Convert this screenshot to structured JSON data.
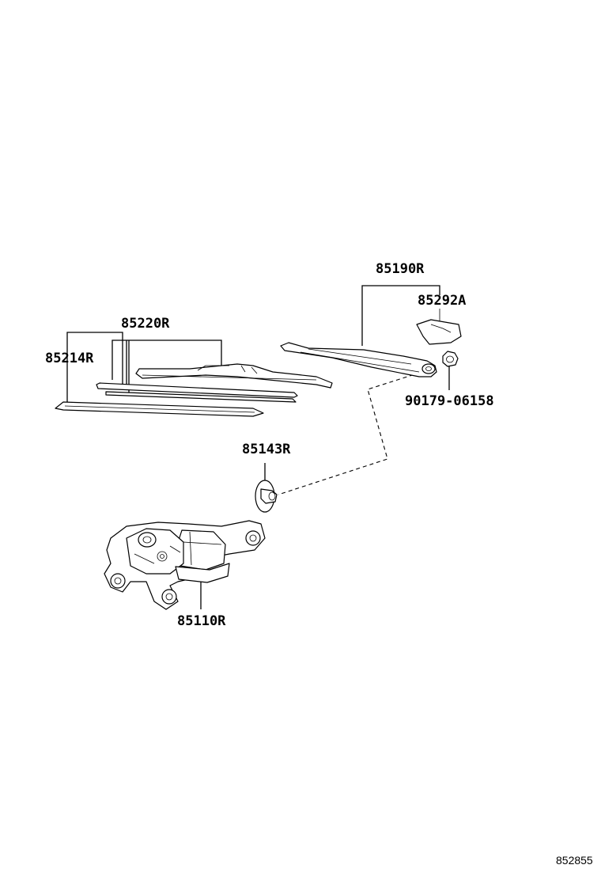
{
  "diagram": {
    "figure_number": "852855",
    "parts": [
      {
        "id": "arm",
        "label": "85190R"
      },
      {
        "id": "cover",
        "label": "85292A"
      },
      {
        "id": "blade",
        "label": "85220R"
      },
      {
        "id": "rubber",
        "label": "85214R"
      },
      {
        "id": "nut",
        "label": "90179-06158"
      },
      {
        "id": "pivot-cap",
        "label": "85143R"
      },
      {
        "id": "motor",
        "label": "85110R"
      }
    ]
  }
}
